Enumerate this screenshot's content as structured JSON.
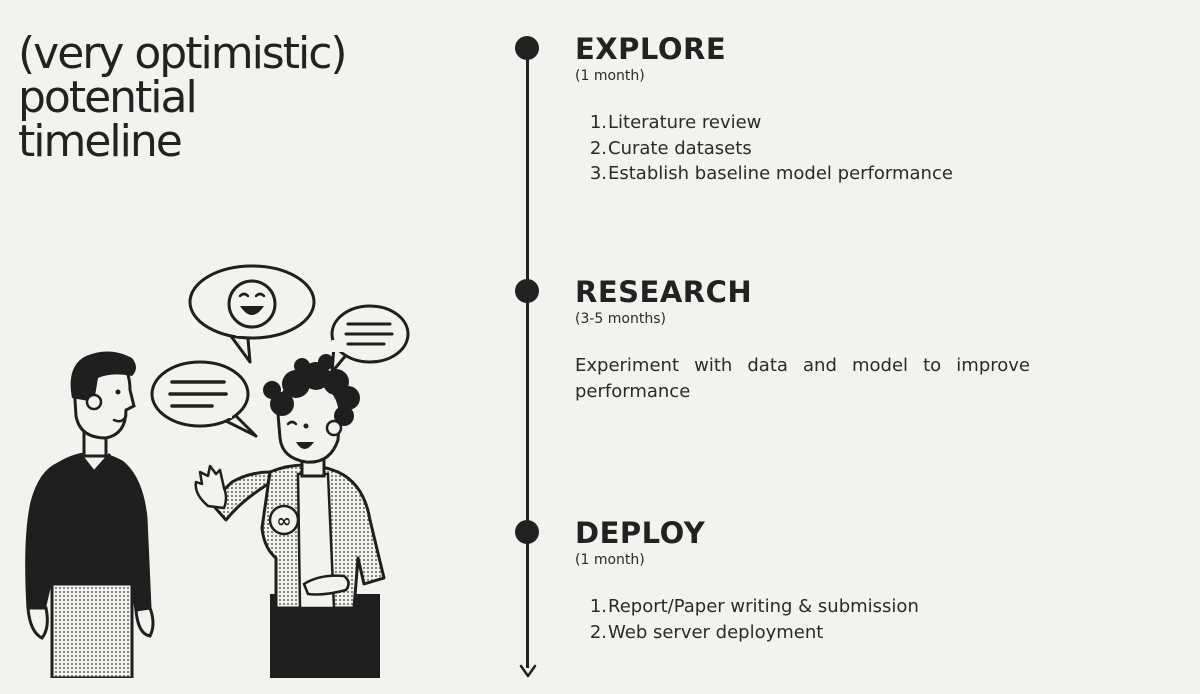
{
  "heading": {
    "lines": [
      "(very optimistic)",
      "potential",
      "timeline"
    ]
  },
  "illustration": {
    "icons": [
      "laughing-face-icon",
      "speech-bubble-icon",
      "infinity-badge-icon"
    ],
    "badge_symbol": "∞"
  },
  "timeline": {
    "stages": [
      {
        "title": "EXPLORE",
        "duration": "(1 month)",
        "items": [
          {
            "num": "1.",
            "text": "Literature review"
          },
          {
            "num": "2.",
            "text": "Curate datasets"
          },
          {
            "num": "3.",
            "text": "Establish baseline model performance"
          }
        ]
      },
      {
        "title": "RESEARCH",
        "duration": "(3-5 months)",
        "description": "Experiment with data and model to improve performance"
      },
      {
        "title": "DEPLOY",
        "duration": "(1 month)",
        "items": [
          {
            "num": "1.",
            "text": "Report/Paper writing & submission"
          },
          {
            "num": "2.",
            "text": "Web server deployment"
          }
        ]
      }
    ]
  }
}
